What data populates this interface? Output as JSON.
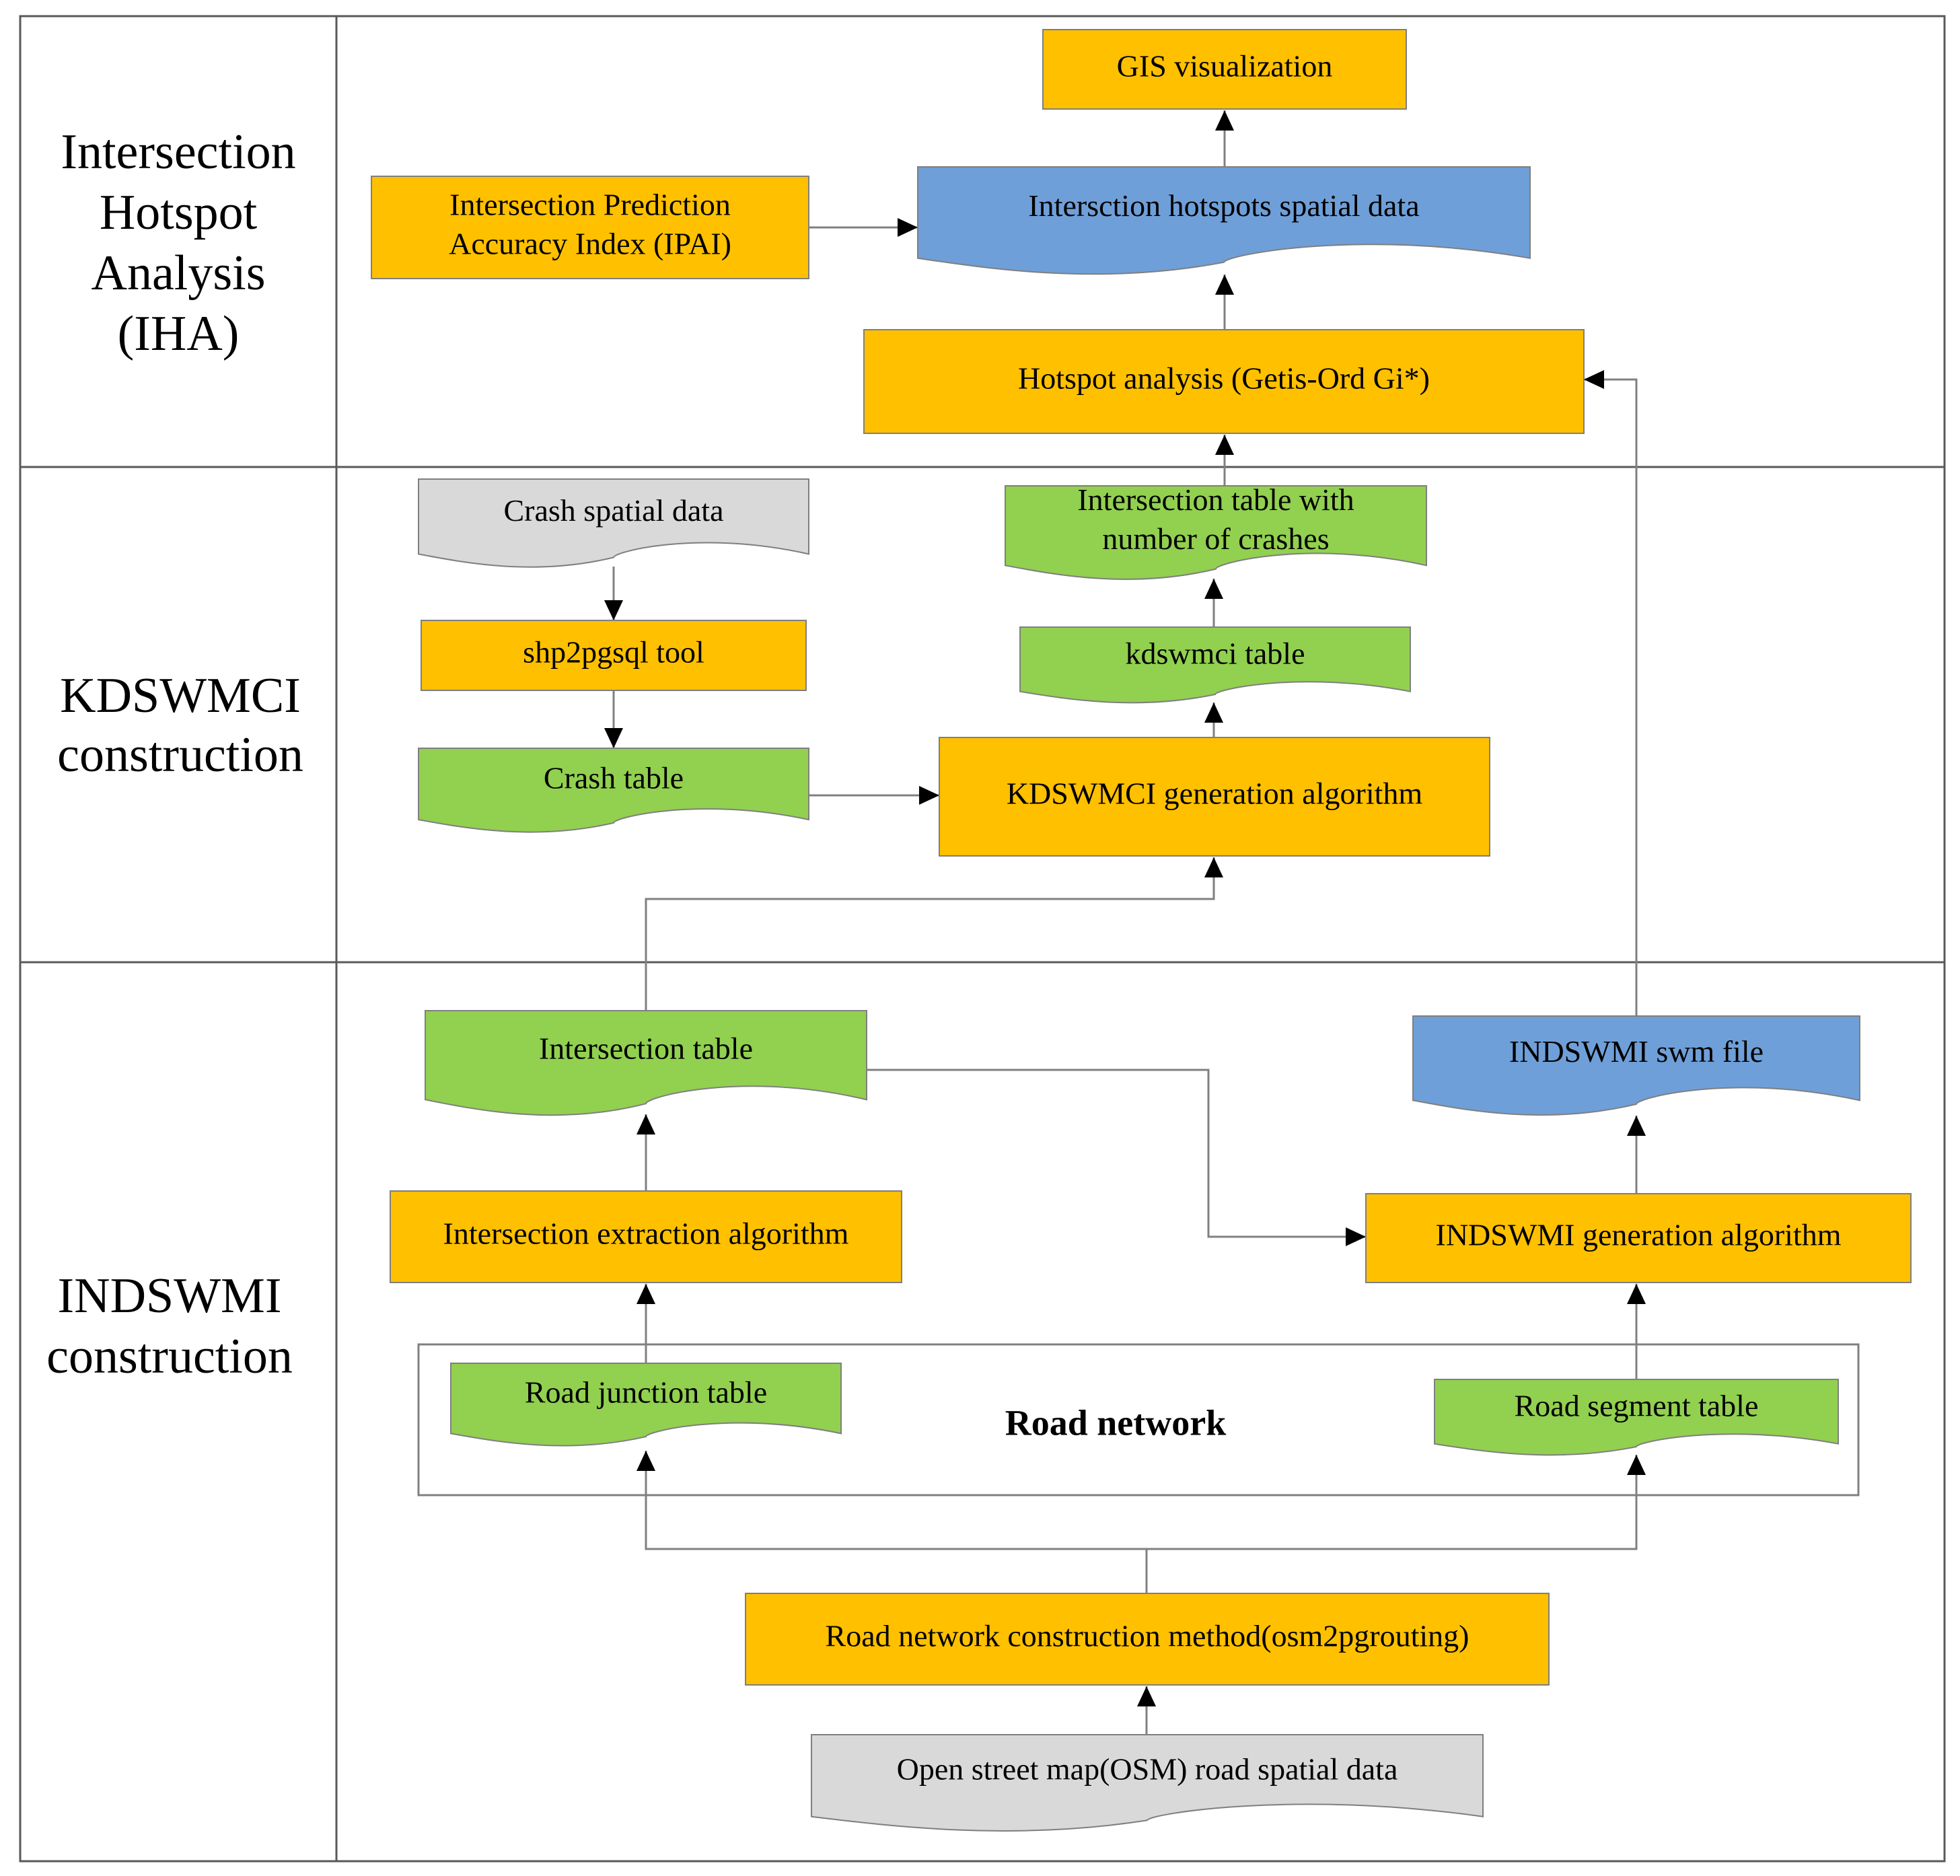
{
  "colors": {
    "process": "#FFC000",
    "table": "#92D050",
    "output": "#6F9FD8",
    "input": "#D9D9D9",
    "stroke": "#7F7F7F",
    "border": "#595959",
    "connector": "#808080",
    "arrowhead": "#000000"
  },
  "lanes": [
    {
      "id": "iha",
      "label_lines": [
        "Intersection",
        "Hotspot",
        "Analysis",
        "(IHA)"
      ]
    },
    {
      "id": "kdswmci",
      "label_lines": [
        "KDSWMCI",
        "construction"
      ]
    },
    {
      "id": "indswmi",
      "label_lines": [
        "INDSWMI",
        "construction"
      ]
    }
  ],
  "group": {
    "label": "Road network"
  },
  "nodes": [
    {
      "id": "gis_vis",
      "kind": "process",
      "lines": [
        "GIS visualization"
      ]
    },
    {
      "id": "ipai",
      "kind": "process",
      "lines": [
        "Intersection Prediction",
        "Accuracy Index (IPAI)"
      ]
    },
    {
      "id": "hotspot_data",
      "kind": "output",
      "lines": [
        "Intersction  hotspots spatial data"
      ]
    },
    {
      "id": "hotspot_analysis",
      "kind": "process",
      "lines": [
        "Hotspot analysis (Getis-Ord Gi*)"
      ]
    },
    {
      "id": "crash_spatial",
      "kind": "input",
      "lines": [
        "Crash spatial data"
      ]
    },
    {
      "id": "shp2pgsql",
      "kind": "process",
      "lines": [
        "shp2pgsql tool"
      ]
    },
    {
      "id": "crash_table",
      "kind": "table",
      "lines": [
        "Crash  table"
      ]
    },
    {
      "id": "int_crashes",
      "kind": "table",
      "lines": [
        "Intersection table with",
        "number of crashes"
      ]
    },
    {
      "id": "kdswmci_table",
      "kind": "table",
      "lines": [
        "kdswmci   table"
      ]
    },
    {
      "id": "kdswmci_alg",
      "kind": "process",
      "lines": [
        "KDSWMCI generation algorithm"
      ]
    },
    {
      "id": "intersection_table",
      "kind": "table",
      "lines": [
        "Intersection  table"
      ]
    },
    {
      "id": "indswmi_swm",
      "kind": "output",
      "lines": [
        "INDSWMI swm file"
      ]
    },
    {
      "id": "int_extract",
      "kind": "process",
      "lines": [
        "Intersection extraction algorithm"
      ]
    },
    {
      "id": "indswmi_alg",
      "kind": "process",
      "lines": [
        "INDSWMI  generation algorithm"
      ]
    },
    {
      "id": "road_junction",
      "kind": "table",
      "lines": [
        "Road junction table"
      ]
    },
    {
      "id": "road_segment",
      "kind": "table",
      "lines": [
        "Road segment table"
      ]
    },
    {
      "id": "road_net_method",
      "kind": "process",
      "lines": [
        "Road network construction method(osm2pgrouting)"
      ]
    },
    {
      "id": "osm_data",
      "kind": "input",
      "lines": [
        "Open street map(OSM) road spatial data"
      ]
    }
  ],
  "edges": [
    {
      "from": "hotspot_data",
      "to": "gis_vis"
    },
    {
      "from": "ipai",
      "to": "hotspot_data"
    },
    {
      "from": "hotspot_analysis",
      "to": "hotspot_data"
    },
    {
      "from": "int_crashes",
      "to": "hotspot_analysis"
    },
    {
      "from": "indswmi_swm",
      "to": "hotspot_analysis"
    },
    {
      "from": "crash_spatial",
      "to": "shp2pgsql"
    },
    {
      "from": "shp2pgsql",
      "to": "crash_table"
    },
    {
      "from": "crash_table",
      "to": "kdswmci_alg"
    },
    {
      "from": "kdswmci_alg",
      "to": "kdswmci_table"
    },
    {
      "from": "kdswmci_table",
      "to": "int_crashes"
    },
    {
      "from": "intersection_table",
      "to": "kdswmci_alg"
    },
    {
      "from": "intersection_table",
      "to": "indswmi_alg"
    },
    {
      "from": "int_extract",
      "to": "intersection_table"
    },
    {
      "from": "indswmi_alg",
      "to": "indswmi_swm"
    },
    {
      "from": "road_junction",
      "to": "int_extract"
    },
    {
      "from": "road_segment",
      "to": "indswmi_alg"
    },
    {
      "from": "road_net_method",
      "to": "road_junction"
    },
    {
      "from": "road_net_method",
      "to": "road_segment"
    },
    {
      "from": "osm_data",
      "to": "road_net_method"
    }
  ]
}
